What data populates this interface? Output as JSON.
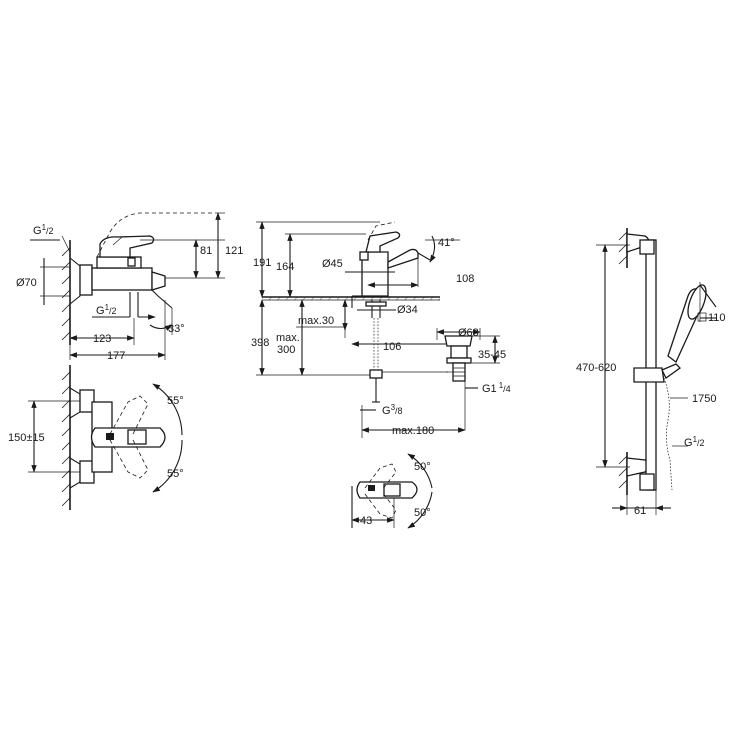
{
  "bath_mixer": {
    "dim_g12_base": "G",
    "dim_g12_sup": "1",
    "dim_g12_sub": "/2",
    "dim_121": "121",
    "dim_81": "81",
    "dim_o70": "Ø70",
    "dim_g12b_base": "G",
    "dim_g12b_sup": "1",
    "dim_g12b_sub": "/2",
    "dim_33deg": "33°",
    "dim_123": "123",
    "dim_177": "177",
    "dim_55deg_top": "55°",
    "dim_55deg_bottom": "55°",
    "dim_150": "150±15"
  },
  "basin_mixer": {
    "dim_191": "191",
    "dim_164": "164",
    "dim_o45": "Ø45",
    "dim_41deg": "41°",
    "dim_108": "108",
    "dim_o34": "Ø34",
    "dim_max30": "max.30",
    "dim_398": "398",
    "dim_max300_a": "max.",
    "dim_max300_b": "300",
    "dim_106": "106",
    "dim_o63": "Ø63",
    "dim_3545": "35-45",
    "dim_g114_base": "G1",
    "dim_g114_sup": "1",
    "dim_g114_sub": "/4",
    "dim_g38_base": "G",
    "dim_g38_sup": "3",
    "dim_g38_sub": "/8",
    "dim_max180": "max.180",
    "dim_50deg_top": "50°",
    "dim_50deg_bottom": "50°",
    "dim_43": "43"
  },
  "shower_rail": {
    "dim_470620": "470-620",
    "dim_110": "110",
    "dim_1750": "1750",
    "dim_g12_base": "G",
    "dim_g12_sup": "1",
    "dim_g12_sub": "/2",
    "dim_61": "61"
  }
}
